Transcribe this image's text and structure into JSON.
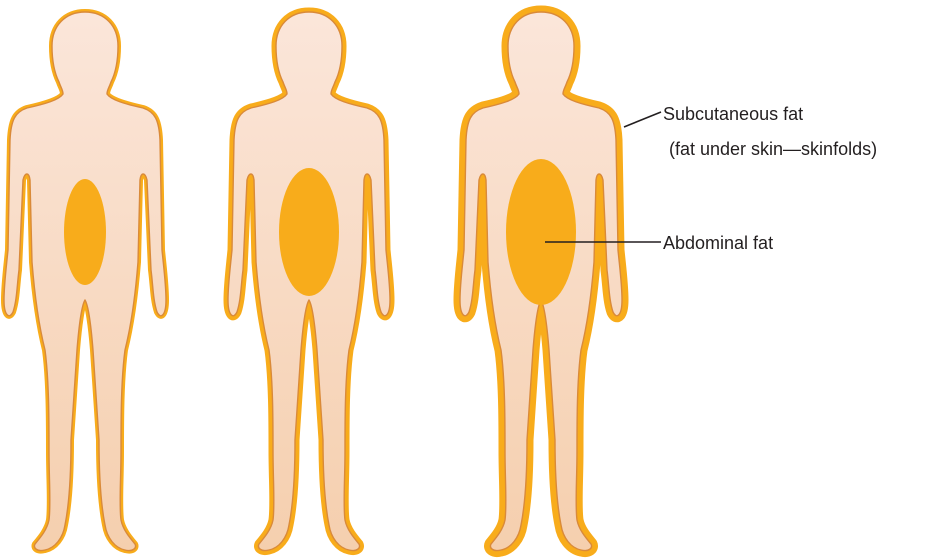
{
  "labels": {
    "subcutaneous_title": "Subcutaneous fat",
    "subcutaneous_detail": "(fat under skin—skinfolds)",
    "abdominal": "Abdominal fat"
  },
  "figures": [
    {
      "name": "figure-lean",
      "outline_level": "thin",
      "abdominal_fat_level": "small"
    },
    {
      "name": "figure-medium",
      "outline_level": "medium",
      "abdominal_fat_level": "medium"
    },
    {
      "name": "figure-high",
      "outline_level": "thick",
      "abdominal_fat_level": "large"
    }
  ],
  "colors": {
    "skin_top": "#fbe3d6",
    "skin_bottom": "#f5cfae",
    "fat": "#f8ac1b",
    "outline": "#d98a3a",
    "text": "#231f20"
  }
}
